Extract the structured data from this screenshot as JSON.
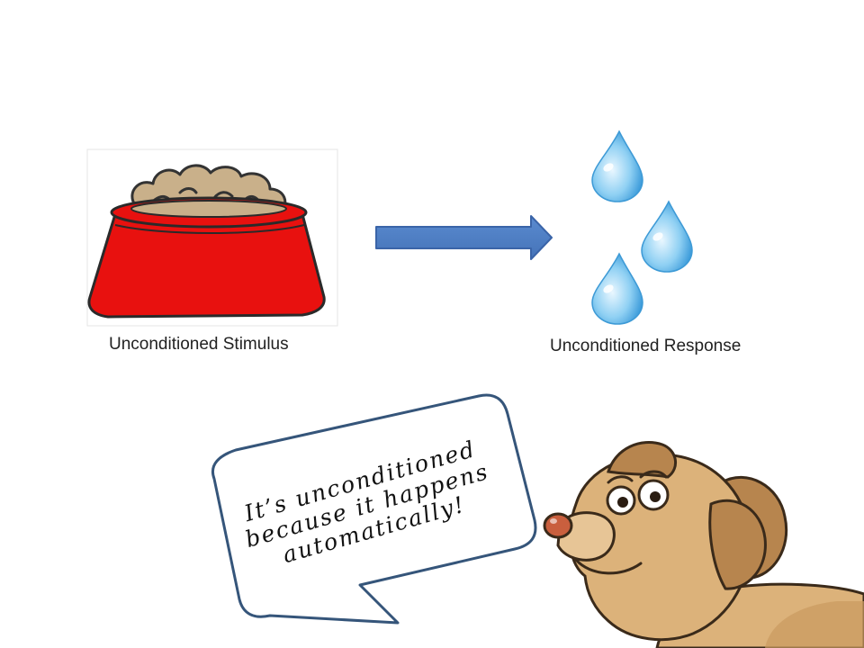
{
  "labels": {
    "stimulus": "Unconditioned Stimulus",
    "response": "Unconditioned Response"
  },
  "speech_bubble": {
    "lines": [
      "It’s unconditioned",
      "because it happens",
      "automatically!"
    ]
  },
  "colors": {
    "bowl_red": "#e8110f",
    "food_tan": "#c9b08a",
    "arrow_blue": "#4f7fc4",
    "arrow_outline": "#3a64a8",
    "drop_blue": "#4aa8e0",
    "bubble_outline": "#35557a",
    "dog_tan": "#dcb27a",
    "dog_ear": "#b7854e",
    "dog_nose": "#c95f3e"
  }
}
